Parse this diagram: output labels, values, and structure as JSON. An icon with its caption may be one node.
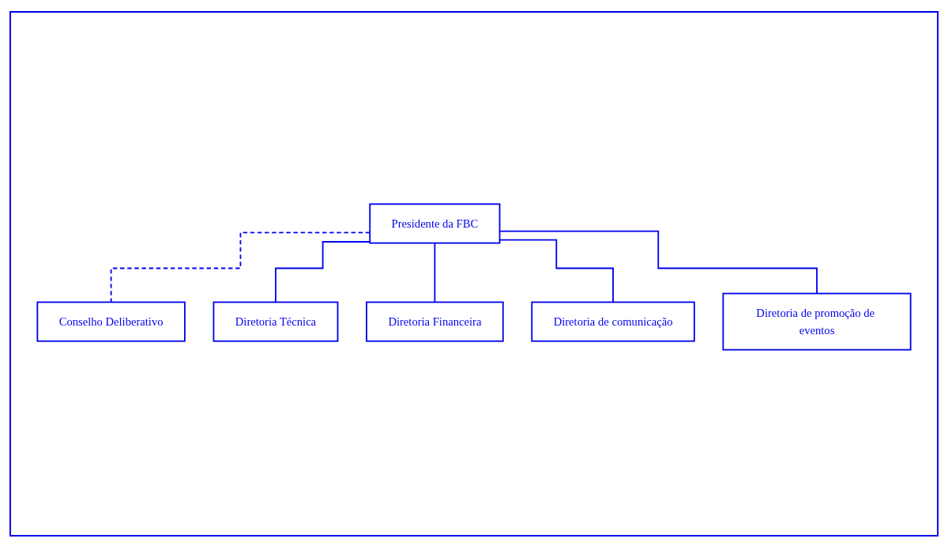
{
  "diagram": {
    "nodes": [
      {
        "text": [
          "Presidente da FBC"
        ]
      },
      {
        "text": [
          "Conselho Deliberativo"
        ]
      },
      {
        "text": [
          "Diretoria Técnica"
        ]
      },
      {
        "text": [
          "Diretoria Financeira"
        ]
      },
      {
        "text": [
          "Diretoria de comunicação"
        ]
      },
      {
        "text": [
          "Diretoria de promoção de eventos"
        ]
      }
    ],
    "edges": [
      {
        "from": 0,
        "to": 1,
        "arrow": "none",
        "style": "dashed"
      },
      {
        "from": 0,
        "to": 2,
        "arrow": "none"
      },
      {
        "from": 0,
        "to": 3,
        "arrow": "none"
      },
      {
        "from": 0,
        "to": 4,
        "arrow": "none"
      },
      {
        "from": 0,
        "to": 5,
        "arrow": "none"
      }
    ]
  }
}
